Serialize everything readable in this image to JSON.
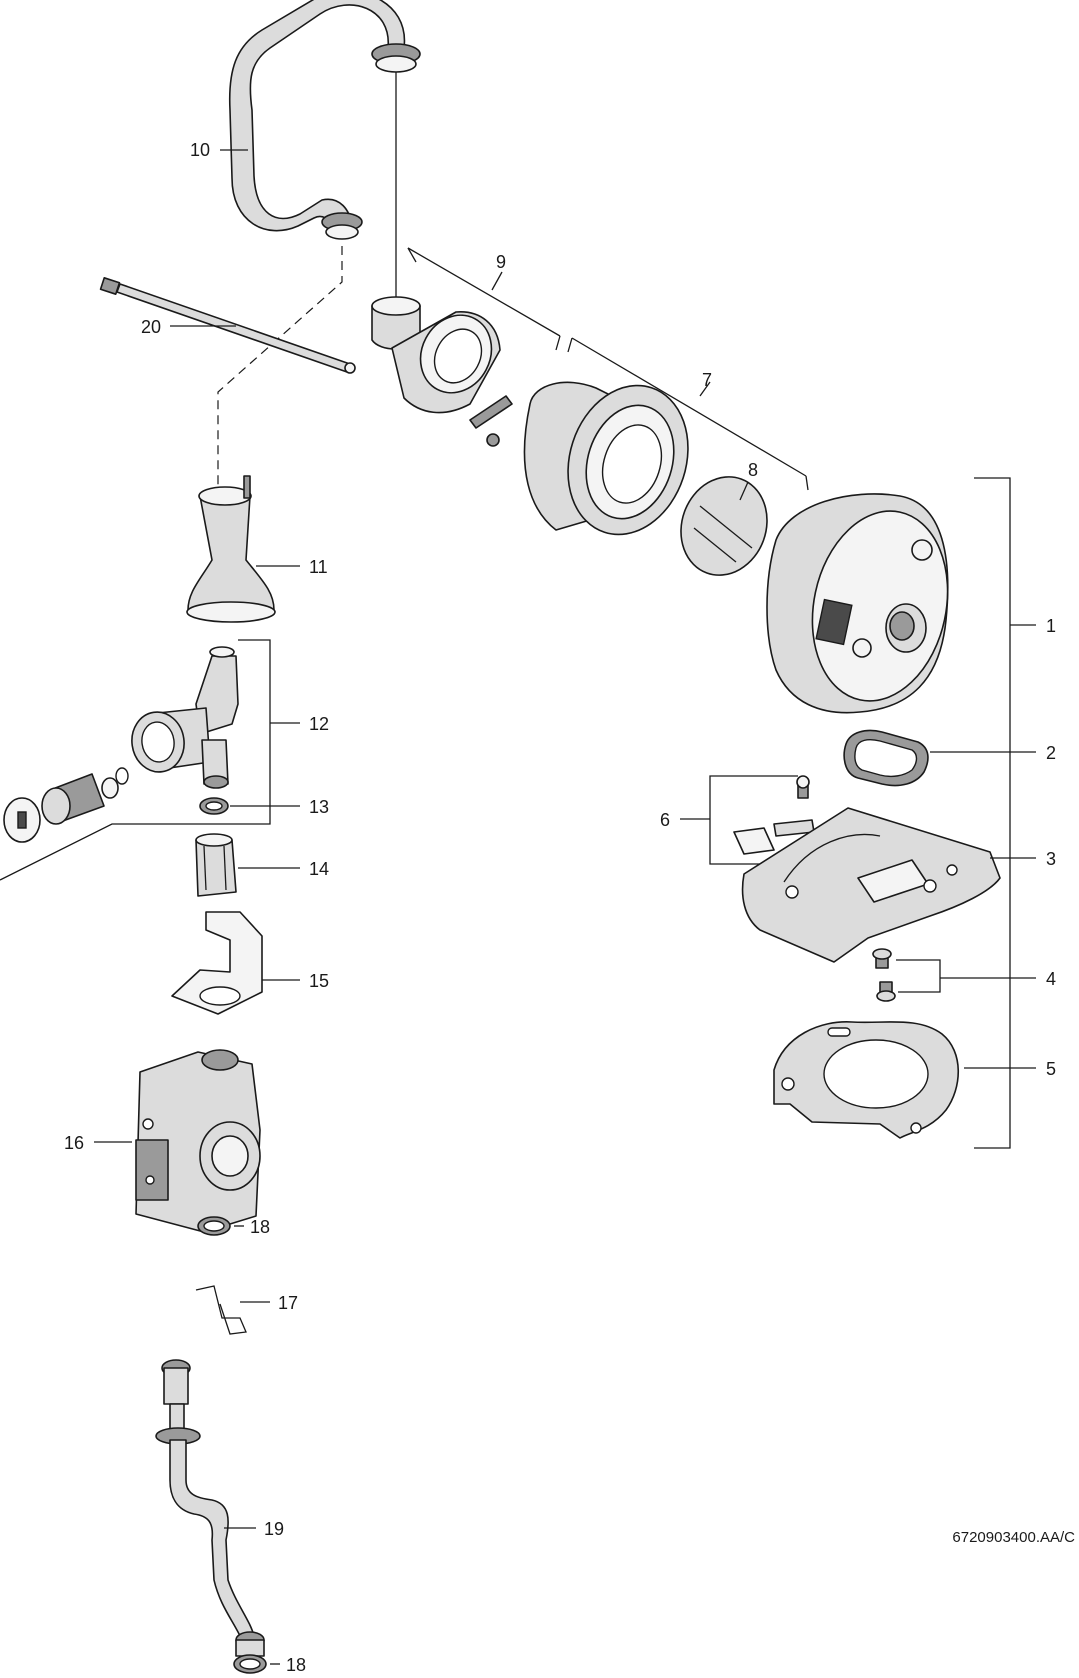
{
  "diagram": {
    "reference_code": "6720903400.AA/C",
    "callouts": {
      "c1": "1",
      "c2": "2",
      "c3": "3",
      "c4": "4",
      "c5": "5",
      "c6": "6",
      "c7": "7",
      "c8": "8",
      "c9": "9",
      "c10": "10",
      "c11": "11",
      "c12": "12",
      "c13": "13",
      "c14": "14",
      "c15": "15",
      "c16": "16",
      "c17": "17",
      "c18a": "18",
      "c18b": "18",
      "c19": "19",
      "c20": "20"
    }
  }
}
